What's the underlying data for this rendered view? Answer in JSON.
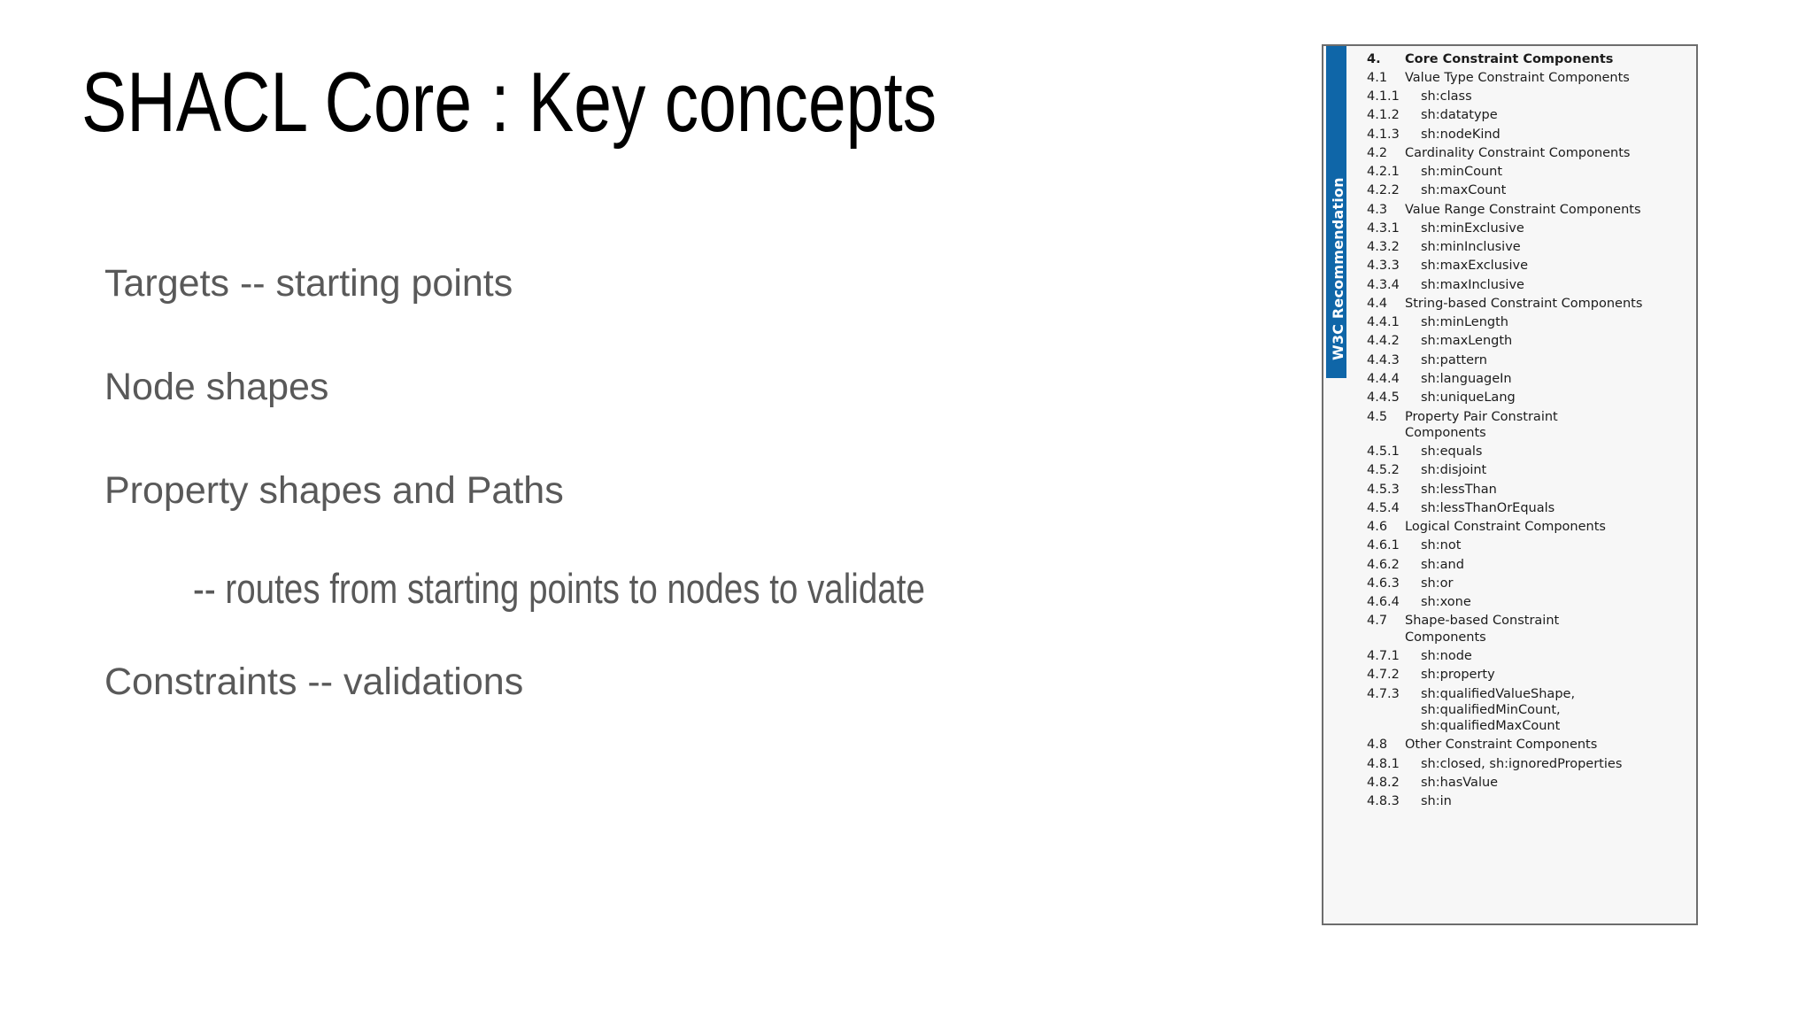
{
  "slide": {
    "title": "SHACL Core : Key concepts",
    "body": [
      {
        "text": "Targets -- starting points",
        "level": 1
      },
      {
        "text": "Node shapes",
        "level": 1
      },
      {
        "text": "Property shapes and Paths",
        "level": 1
      },
      {
        "text": "-- routes from starting points to nodes to validate",
        "level": 2
      },
      {
        "text": "Constraints -- validations",
        "level": 1
      }
    ]
  },
  "toc": {
    "tab_label": "W3C Recommendation",
    "accent_color": "#0f66a8",
    "background_color": "#f7f7f7",
    "border_color": "#6d6d6d",
    "text_color": "#1c1c1c",
    "rows": [
      {
        "num": "4.",
        "label": "Core Constraint Components",
        "level": 0
      },
      {
        "num": "4.1",
        "label": "Value Type Constraint Components",
        "level": 1
      },
      {
        "num": "4.1.1",
        "label": "sh:class",
        "level": 2
      },
      {
        "num": "4.1.2",
        "label": "sh:datatype",
        "level": 2
      },
      {
        "num": "4.1.3",
        "label": "sh:nodeKind",
        "level": 2
      },
      {
        "num": "4.2",
        "label": "Cardinality Constraint Components",
        "level": 1
      },
      {
        "num": "4.2.1",
        "label": "sh:minCount",
        "level": 2
      },
      {
        "num": "4.2.2",
        "label": "sh:maxCount",
        "level": 2
      },
      {
        "num": "4.3",
        "label": "Value Range Constraint Components",
        "level": 1
      },
      {
        "num": "4.3.1",
        "label": "sh:minExclusive",
        "level": 2
      },
      {
        "num": "4.3.2",
        "label": "sh:minInclusive",
        "level": 2
      },
      {
        "num": "4.3.3",
        "label": "sh:maxExclusive",
        "level": 2
      },
      {
        "num": "4.3.4",
        "label": "sh:maxInclusive",
        "level": 2
      },
      {
        "num": "4.4",
        "label": "String-based Constraint Components",
        "level": 1
      },
      {
        "num": "4.4.1",
        "label": "sh:minLength",
        "level": 2
      },
      {
        "num": "4.4.2",
        "label": "sh:maxLength",
        "level": 2
      },
      {
        "num": "4.4.3",
        "label": "sh:pattern",
        "level": 2
      },
      {
        "num": "4.4.4",
        "label": "sh:languageIn",
        "level": 2
      },
      {
        "num": "4.4.5",
        "label": "sh:uniqueLang",
        "level": 2
      },
      {
        "num": "4.5",
        "label": "Property Pair Constraint\nComponents",
        "level": 1
      },
      {
        "num": "4.5.1",
        "label": "sh:equals",
        "level": 2
      },
      {
        "num": "4.5.2",
        "label": "sh:disjoint",
        "level": 2
      },
      {
        "num": "4.5.3",
        "label": "sh:lessThan",
        "level": 2
      },
      {
        "num": "4.5.4",
        "label": "sh:lessThanOrEquals",
        "level": 2
      },
      {
        "num": "4.6",
        "label": "Logical Constraint Components",
        "level": 1
      },
      {
        "num": "4.6.1",
        "label": "sh:not",
        "level": 2
      },
      {
        "num": "4.6.2",
        "label": "sh:and",
        "level": 2
      },
      {
        "num": "4.6.3",
        "label": "sh:or",
        "level": 2
      },
      {
        "num": "4.6.4",
        "label": "sh:xone",
        "level": 2
      },
      {
        "num": "4.7",
        "label": "Shape-based Constraint\nComponents",
        "level": 1
      },
      {
        "num": "4.7.1",
        "label": "sh:node",
        "level": 2
      },
      {
        "num": "4.7.2",
        "label": "sh:property",
        "level": 2
      },
      {
        "num": "4.7.3",
        "label": "sh:qualifiedValueShape,\nsh:qualifiedMinCount,\nsh:qualifiedMaxCount",
        "level": 2
      },
      {
        "num": "4.8",
        "label": "Other Constraint Components",
        "level": 1
      },
      {
        "num": "4.8.1",
        "label": "sh:closed, sh:ignoredProperties",
        "level": 2
      },
      {
        "num": "4.8.2",
        "label": "sh:hasValue",
        "level": 2
      },
      {
        "num": "4.8.3",
        "label": "sh:in",
        "level": 2
      }
    ]
  }
}
